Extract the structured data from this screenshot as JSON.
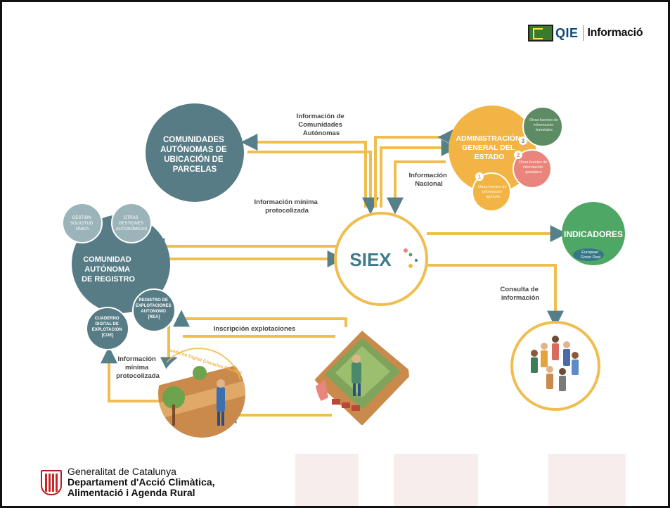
{
  "header": {
    "logo_text": "QIE",
    "logo_caption": "Informació"
  },
  "footer": {
    "org_line1": "Generalitat de Catalunya",
    "org_line2": "Departament d'Acció Climàtica,",
    "org_line3": "Alimentació i Agenda Rural"
  },
  "diagram": {
    "center": "SIEX",
    "nodes": {
      "ccaa_parcelas": [
        "COMUNIDADES",
        "AUTÓNOMAS DE",
        "UBICACIÓN DE",
        "PARCELAS"
      ],
      "age": [
        "ADMINISTRACIÓN",
        "GENERAL DEL",
        "ESTADO"
      ],
      "ccaa_registro": [
        "COMUNIDAD",
        "AUTÓNOMA",
        "DE REGISTRO"
      ],
      "gestion": [
        "GESTIÓN",
        "SOLICITUD",
        "ÚNICA"
      ],
      "otras_gestiones": [
        "OTRAS",
        "GESTIONES",
        "AUTONÓMICAS"
      ],
      "rea": [
        "REGISTRO DE",
        "EXPLOTACIONES",
        "AUTONOMO",
        "[REA]"
      ],
      "cue": [
        "CUADERNO",
        "DIGITAL DE",
        "EXPLOTACIÓN",
        "[CUE]"
      ],
      "indicadores": "INDICADORES",
      "european_green_deal": [
        "European",
        "Green Deal"
      ],
      "fuente1": [
        "Otras fuentes de",
        "información",
        "agrícola"
      ],
      "fuente2": [
        "Otras fuentes de",
        "información",
        "ganadera"
      ],
      "fuente3": [
        "Otras fuentes de",
        "información",
        "forestales"
      ],
      "num1": "1",
      "num2": "2",
      "num3": "3"
    },
    "labels": {
      "info_ccaa": [
        "Información de",
        "Comunidades",
        "Autónomas"
      ],
      "info_minima_top": [
        "Información mínima",
        "protocolizada"
      ],
      "info_nacional": [
        "Información",
        "Nacional"
      ],
      "consulta": [
        "Consulta de",
        "información"
      ],
      "inscripcion": "Inscripción explotaciones",
      "info_minima_bottom": [
        "Información",
        "mínima",
        "protocolizada"
      ],
      "cuaderno_arc": "Cuaderno Digital (Usuarios Privado)"
    }
  },
  "colors": {
    "teal_dark": "#577c85",
    "teal_light": "#9bb4b9",
    "orange": "#f2b545",
    "line": "#f0bd4f",
    "arrow": "#557f89",
    "green": "#4fa765",
    "green_dark": "#5d8c64",
    "salmon": "#e9857c"
  }
}
